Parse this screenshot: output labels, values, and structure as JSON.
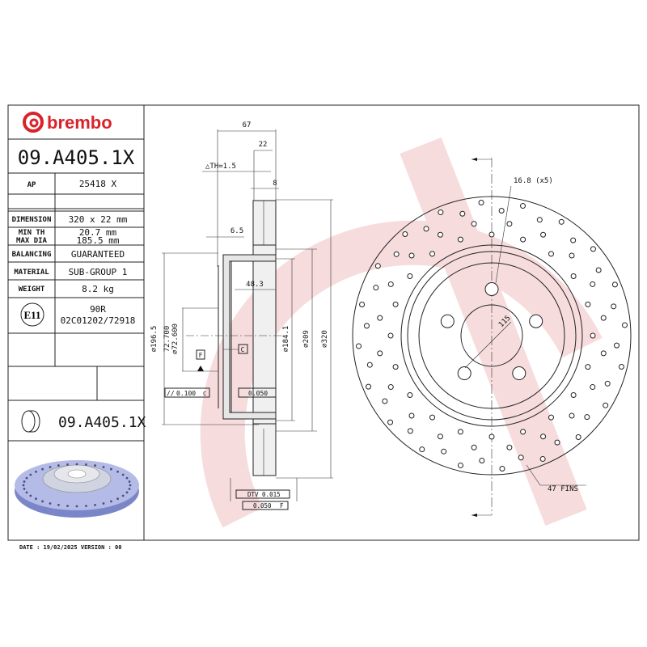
{
  "brand": {
    "name": "brembo",
    "color": "#d9232a",
    "watermark_color": "#f6d7d8"
  },
  "part_number": "09.A405.1X",
  "spec_table": {
    "ap_label": "AP",
    "ap_value": "25418 X",
    "dimension_label": "DIMENSION",
    "dimension_value": "320 x 22 mm",
    "min_th_label": "MIN TH",
    "min_th_value": "20.7 mm",
    "max_dia_label": "MAX DIA",
    "max_dia_value": "185.5 mm",
    "balancing_label": "BALANCING",
    "balancing_value": "GUARANTEED",
    "material_label": "MATERIAL",
    "material_value": "SUB-GROUP 1",
    "weight_label": "WEIGHT",
    "weight_value": "8.2 kg",
    "approval_mark": "E11",
    "approval_line1": "90R",
    "approval_line2": "02C01202/72918"
  },
  "footer": "DATE : 19/02/2025 VERSION : 00",
  "section_view": {
    "dim_67": "67",
    "dim_22": "22",
    "dim_th": "△TH=1.5",
    "dim_8": "8",
    "dim_6_5": "6.5",
    "dim_48_3": "48.3",
    "dim_196_5": "⌀196.5",
    "dim_72_700": "72.700",
    "dim_72_600": "⌀72.600",
    "dim_184_1": "⌀184.1",
    "dim_209": "⌀209",
    "dim_320": "⌀320",
    "datum_f": "F",
    "datum_c": "C",
    "tol_parallel": "0.100",
    "tol_parallel_ref": "C",
    "tol_flat": "0.050",
    "tol_dtv": "DTV 0.015",
    "tol_runout": "0.050",
    "tol_runout_ref": "F"
  },
  "front_view": {
    "holes_label": "16.8 (x5)",
    "pcd_label": "115",
    "fins_label": "47 FINS"
  }
}
